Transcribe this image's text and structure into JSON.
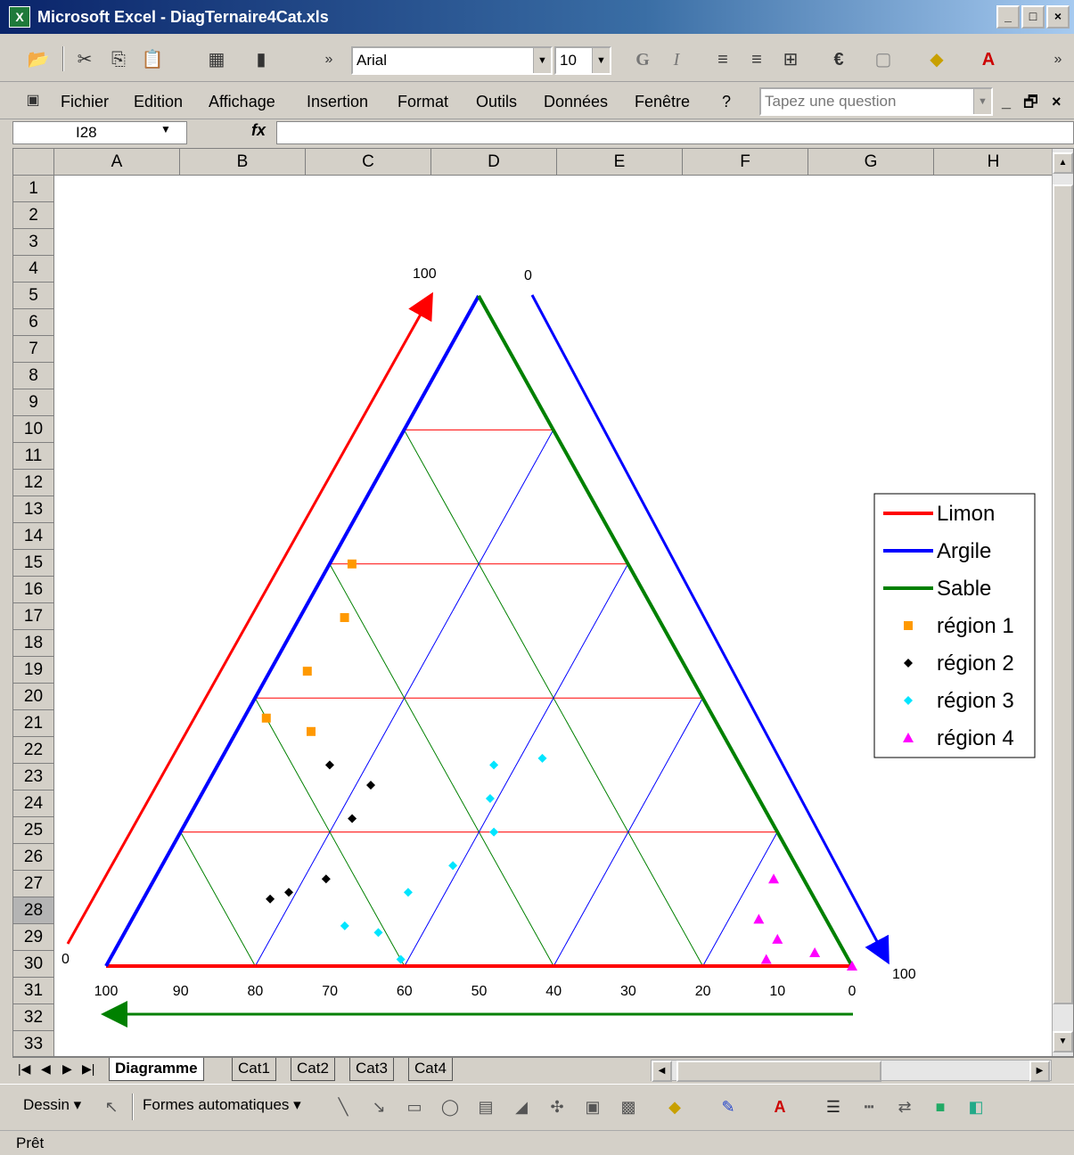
{
  "window": {
    "title": "Microsoft Excel - DiagTernaire4Cat.xls",
    "minimize": "_",
    "restore": "□",
    "close": "×"
  },
  "toolbar": {
    "font_name": "Arial",
    "font_size": "10",
    "more": "»",
    "bold": "G",
    "italic": "I",
    "euro": "€",
    "icons": [
      "open-icon",
      "cut-icon",
      "copy-icon",
      "paste-icon",
      "insert-icon",
      "chart-wizard-icon"
    ]
  },
  "menu": {
    "items": [
      "Fichier",
      "Edition",
      "Affichage",
      "Insertion",
      "Format",
      "Outils",
      "Données",
      "Fenêtre",
      "?"
    ],
    "question_placeholder": "Tapez une question",
    "doc_minimize": "_",
    "doc_restore": "🗗",
    "doc_close": "×"
  },
  "formula": {
    "name_box": "I28",
    "fx": "fx",
    "value": ""
  },
  "sheet": {
    "columns": [
      "A",
      "B",
      "C",
      "D",
      "E",
      "F",
      "G",
      "H"
    ],
    "rows": [
      "1",
      "2",
      "3",
      "4",
      "5",
      "6",
      "7",
      "8",
      "9",
      "10",
      "11",
      "12",
      "13",
      "14",
      "15",
      "16",
      "17",
      "18",
      "19",
      "20",
      "21",
      "22",
      "23",
      "24",
      "25",
      "26",
      "27",
      "28",
      "29",
      "30",
      "31",
      "32",
      "33"
    ],
    "active_row": "28",
    "tabs": [
      "Diagramme",
      "Cat1",
      "Cat2",
      "Cat3",
      "Cat4"
    ],
    "active_tab": "Diagramme"
  },
  "chart_data": {
    "type": "scatter",
    "subtype": "ternary",
    "bottom_ticks": [
      "100",
      "90",
      "80",
      "70",
      "60",
      "50",
      "40",
      "30",
      "20",
      "10",
      "0"
    ],
    "corner_labels": {
      "left_axis_top": "100",
      "left_axis_bottom": "0",
      "right_axis_top": "0",
      "right_axis_bottom": "100"
    },
    "colors": {
      "Limon": "#ff0000",
      "Argile": "#0000ff",
      "Sable": "#008000",
      "région 1": "#ff9900",
      "région 2": "#000000",
      "région 3": "#00e5ff",
      "région 4": "#ff00ff"
    },
    "legend": {
      "position": "right",
      "entries": [
        {
          "name": "Limon",
          "marker": "line"
        },
        {
          "name": "Argile",
          "marker": "line"
        },
        {
          "name": "Sable",
          "marker": "line"
        },
        {
          "name": "région 1",
          "marker": "square"
        },
        {
          "name": "région 2",
          "marker": "diamond"
        },
        {
          "name": "région 3",
          "marker": "diamond"
        },
        {
          "name": "région 4",
          "marker": "triangle"
        }
      ]
    },
    "series": [
      {
        "name": "région 1",
        "points": [
          {
            "sable": 55,
            "limon": 35,
            "argile": 10
          },
          {
            "sable": 60,
            "limon": 37,
            "argile": 3
          },
          {
            "sable": 51,
            "limon": 44,
            "argile": 5
          },
          {
            "sable": 42,
            "limon": 52,
            "argile": 6
          },
          {
            "sable": 37,
            "limon": 60,
            "argile": 3
          }
        ]
      },
      {
        "name": "région 2",
        "points": [
          {
            "sable": 73,
            "limon": 10,
            "argile": 17
          },
          {
            "sable": 70,
            "limon": 11,
            "argile": 19
          },
          {
            "sable": 64,
            "limon": 13,
            "argile": 23
          },
          {
            "sable": 56,
            "limon": 22,
            "argile": 22
          },
          {
            "sable": 51,
            "limon": 27,
            "argile": 22
          },
          {
            "sable": 55,
            "limon": 30,
            "argile": 15
          }
        ]
      },
      {
        "name": "région 3",
        "points": [
          {
            "sable": 60,
            "limon": 1,
            "argile": 39
          },
          {
            "sable": 61,
            "limon": 5,
            "argile": 34
          },
          {
            "sable": 65,
            "limon": 6,
            "argile": 29
          },
          {
            "sable": 54,
            "limon": 11,
            "argile": 35
          },
          {
            "sable": 46,
            "limon": 15,
            "argile": 39
          },
          {
            "sable": 38,
            "limon": 20,
            "argile": 42
          },
          {
            "sable": 36,
            "limon": 25,
            "argile": 39
          },
          {
            "sable": 33,
            "limon": 30,
            "argile": 37
          },
          {
            "sable": 26,
            "limon": 31,
            "argile": 43
          }
        ]
      },
      {
        "name": "région 4",
        "points": [
          {
            "sable": 11,
            "limon": 1,
            "argile": 88
          },
          {
            "sable": 9,
            "limon": 7,
            "argile": 84
          },
          {
            "sable": 8,
            "limon": 4,
            "argile": 88
          },
          {
            "sable": 4,
            "limon": 13,
            "argile": 83
          },
          {
            "sable": 4,
            "limon": 2,
            "argile": 94
          },
          {
            "sable": 0,
            "limon": 0,
            "argile": 100
          }
        ]
      }
    ]
  },
  "drawbar": {
    "dessin": "Dessin ▾",
    "formes": "Formes automatiques ▾"
  },
  "status": {
    "text": "Prêt"
  }
}
